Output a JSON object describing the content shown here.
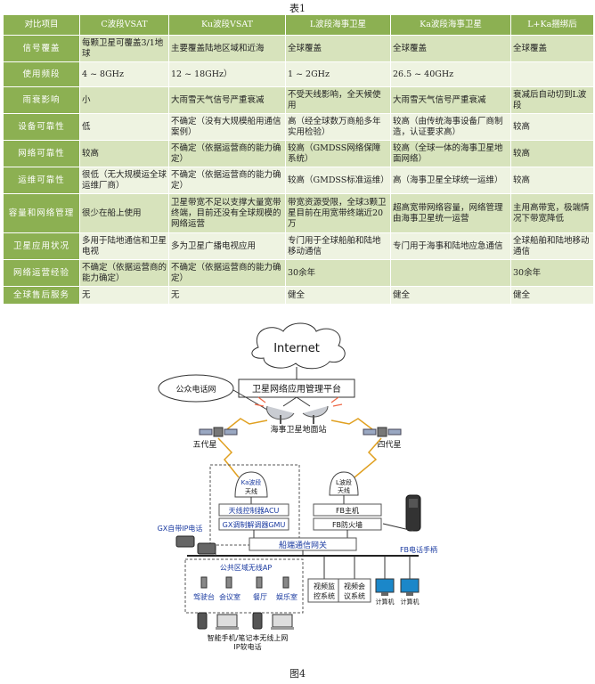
{
  "table": {
    "caption": "表1",
    "headers": [
      "对比项目",
      "C波段VSAT",
      "Ku波段VSAT",
      "L波段海事卫星",
      "Ka波段海事卫星",
      "L+Ka捆绑后"
    ],
    "rows": [
      {
        "label": "信号覆盖",
        "cells": [
          "每颗卫星可覆盖3/1地球",
          "主要覆盖陆地区域和近海",
          "全球覆盖",
          "全球覆盖",
          "全球覆盖"
        ]
      },
      {
        "label": "使用频段",
        "cells": [
          "4 ~ 8GHz",
          "12 ~ 18GHz）",
          "1 ~ 2GHz",
          "26.5 ~ 40GHz",
          ""
        ]
      },
      {
        "label": "雨衰影响",
        "cells": [
          "小",
          "大雨雪天气信号严重衰减",
          "不受天线影响，全天候使用",
          "大雨雪天气信号严重衰减",
          "衰减后自动切到L波段"
        ]
      },
      {
        "label": "设备可靠性",
        "cells": [
          "低",
          "不确定（没有大规模船用通信案例）",
          "高（经全球数万商船多年实用检验）",
          "较高（由传统海事设备厂商制造，认证要求高）",
          "较高"
        ]
      },
      {
        "label": "网络可靠性",
        "cells": [
          "较高",
          "不确定（依据运营商的能力确定）",
          "较高（GMDSS网络保障系统）",
          "较高（全球一体的海事卫星地面网络）",
          "较高"
        ]
      },
      {
        "label": "运维可靠性",
        "cells": [
          "很低（无大规模运全球运维厂商）",
          "不确定（依据运营商的能力确定）",
          "较高（GMDSS标准运维）",
          "高（海事卫星全球统一运维）",
          "较高"
        ]
      },
      {
        "label": "容量和网络管理",
        "cells": [
          "很少在船上使用",
          "卫星带宽不足以支撑大量宽带终端，目前还没有全球规模的网络运营",
          "带宽资源受限，全球3颗卫星目前在用宽带终端近20万",
          "超高宽带网络容量，网络管理由海事卫星统一运营",
          "主用高带宽，极端情况下带宽降低"
        ]
      },
      {
        "label": "卫星应用状况",
        "cells": [
          "多用于陆地通信和卫星电视",
          "多为卫星广播电视应用",
          "专门用于全球船舶和陆地移动通信",
          "专门用于海事和陆地应急通信",
          "全球船舶和陆地移动通信"
        ]
      },
      {
        "label": "网络运营经验",
        "cells": [
          "不确定（依据运营商的能力确定）",
          "不确定（依据运营商的能力确定）",
          "30余年",
          "",
          "30余年"
        ]
      },
      {
        "label": "全球售后服务",
        "cells": [
          "无",
          "无",
          "健全",
          "健全",
          "健全"
        ]
      }
    ]
  },
  "figure": {
    "caption": "图4",
    "internet": "Internet",
    "platform": "卫星网络应用管理平台",
    "pstn": "公众电话网",
    "ground_station": "海事卫星地面站",
    "sat5": "五代星",
    "sat4": "四代星",
    "ka_antenna": [
      "Ka波段",
      "天线"
    ],
    "l_antenna": [
      "L波段",
      "天线"
    ],
    "acu": "天线控制器ACU",
    "gmu": "GX调制解调器GMU",
    "fb_host": "FB主机",
    "fb_firewall": "FB防火墙",
    "gx_phone": "GX自带IP电话",
    "gateway": "船端通信网关",
    "fb_handset": "FB电话手柄",
    "wifi_ap": "公共区域无线AP",
    "locations": [
      "驾驶台",
      "会议室",
      "餐厅",
      "娱乐室"
    ],
    "video_monitor": [
      "视频监",
      "控系统"
    ],
    "video_conf": [
      "视频会",
      "议系统"
    ],
    "computer1": "计算机",
    "computer2": "计算机",
    "mobile_caption_1": "智能手机/笔记本无线上网",
    "mobile_caption_2": "IP软电话"
  }
}
